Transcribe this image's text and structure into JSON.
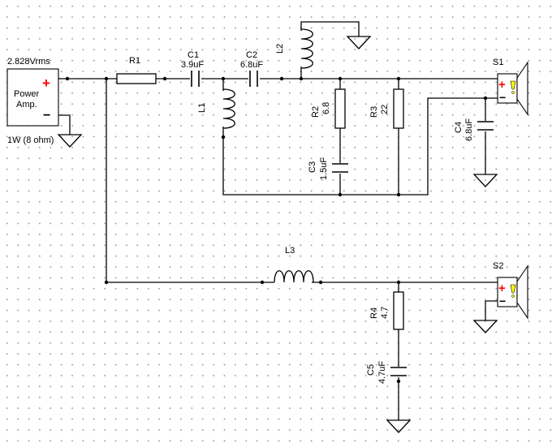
{
  "source": {
    "voltage": "2.828Vrms",
    "name_line1": "Power",
    "name_line2": "Amp.",
    "power": "1W (8 ohm)",
    "plus": "+",
    "minus": "−"
  },
  "components": {
    "R1": {
      "name": "R1",
      "value": ""
    },
    "C1": {
      "name": "C1",
      "value": "3.9uF"
    },
    "C2": {
      "name": "C2",
      "value": "6.8uF"
    },
    "L1": {
      "name": "L1",
      "value": ""
    },
    "L2": {
      "name": "L2",
      "value": ""
    },
    "R2": {
      "name": "R2",
      "value": "6.8"
    },
    "R3": {
      "name": "R3",
      "value": "22"
    },
    "C3": {
      "name": "C3",
      "value": "1.5uF"
    },
    "C4": {
      "name": "C4",
      "value": "6.8uF"
    },
    "L3": {
      "name": "L3",
      "value": ""
    },
    "R4": {
      "name": "R4",
      "value": "4.7"
    },
    "C5": {
      "name": "C5",
      "value": "4.7uF"
    }
  },
  "speakers": {
    "S1": {
      "name": "S1",
      "plus": "+",
      "minus": "−"
    },
    "S2": {
      "name": "S2",
      "plus": "+",
      "minus": "−"
    }
  },
  "colors": {
    "plus": "#ff0000",
    "minus": "#000000",
    "speaker_body": "#ffffff",
    "speaker_cone": "#ffff00"
  }
}
